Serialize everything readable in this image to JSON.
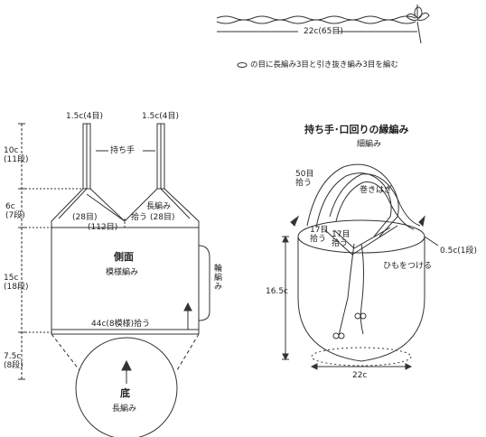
{
  "top": {
    "chain_label": "22c(65目)",
    "legend": "の目に長編み3目と引き抜き編み3目を編む"
  },
  "left": {
    "strap_left": "1.5c(4目)",
    "strap_right": "1.5c(4目)",
    "handle_label": "持ち手",
    "dims": [
      {
        "main": "10c",
        "sub": "(11段)"
      },
      {
        "main": "6c",
        "sub": "(7段)"
      },
      {
        "main": "15c",
        "sub": "(18段)"
      },
      {
        "main": "7.5c",
        "sub": "(8段)"
      }
    ],
    "stitch_top": "長編み",
    "pick_up_top": "拾う",
    "seg_left": "(28目)",
    "seg_right": "(28目)",
    "total": "(112目)",
    "body_title": "側面",
    "body_sub": "模様編み",
    "round_knit": "輪編み",
    "bottom_count": "44c(8模様)拾う",
    "base_title": "底",
    "base_sub": "長編み"
  },
  "right": {
    "title": "持ち手･口回りの縁編み",
    "subtitle": "細編み",
    "pick50_a": "50目",
    "pick50_b": "拾う",
    "wrap": "巻きはぎ",
    "pick17L_a": "17目",
    "pick17L_b": "拾う",
    "pick17R_a": "17目",
    "pick17R_b": "拾う",
    "cord": "ひもをつける",
    "edge": "0.5c(1段)",
    "height": "16.5c",
    "width": "22c"
  }
}
